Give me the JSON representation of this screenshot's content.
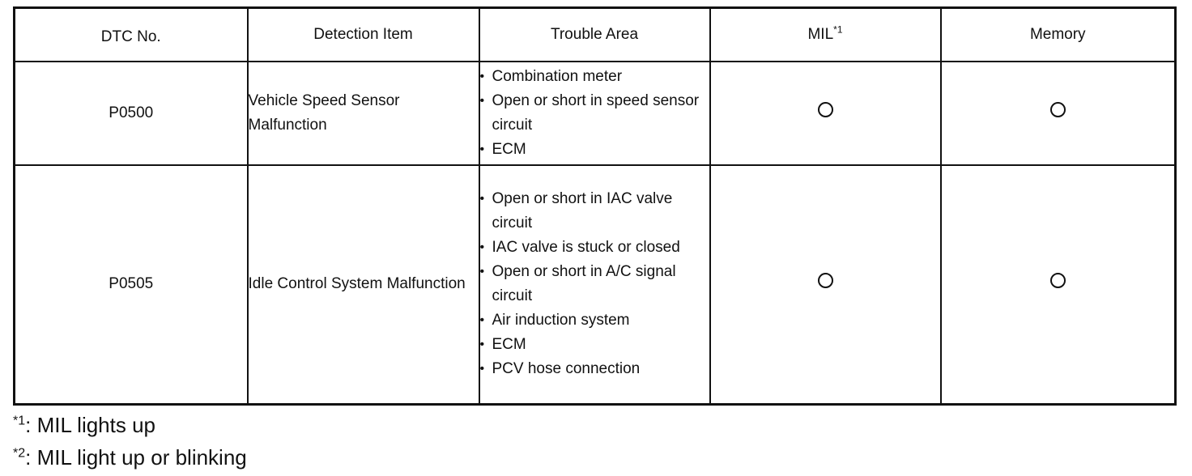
{
  "headers": {
    "dtc_no": "DTC No.",
    "detection_item": "Detection Item",
    "trouble_area": "Trouble Area",
    "mil": "MIL",
    "mil_note": "*1",
    "memory": "Memory"
  },
  "rows": [
    {
      "code": "P0500",
      "detection_item": "Vehicle Speed Sensor Malfunction",
      "trouble_areas": [
        "Combination meter",
        "Open or short in speed sensor circuit",
        "ECM"
      ],
      "mil_icon": "open-circle-icon",
      "memory_icon": "open-circle-icon"
    },
    {
      "code": "P0505",
      "detection_item": "Idle Control System Malfunction",
      "trouble_areas": [
        "Open or short in IAC valve circuit",
        "IAC valve is stuck or closed",
        "Open or short in A/C signal circuit",
        "Air induction system",
        "ECM",
        "PCV hose connection"
      ],
      "mil_icon": "open-circle-icon",
      "memory_icon": "open-circle-icon"
    }
  ],
  "footnotes": [
    {
      "mark": "*1",
      "text": ": MIL lights up"
    },
    {
      "mark": "*2",
      "text": ": MIL light up or blinking"
    }
  ]
}
